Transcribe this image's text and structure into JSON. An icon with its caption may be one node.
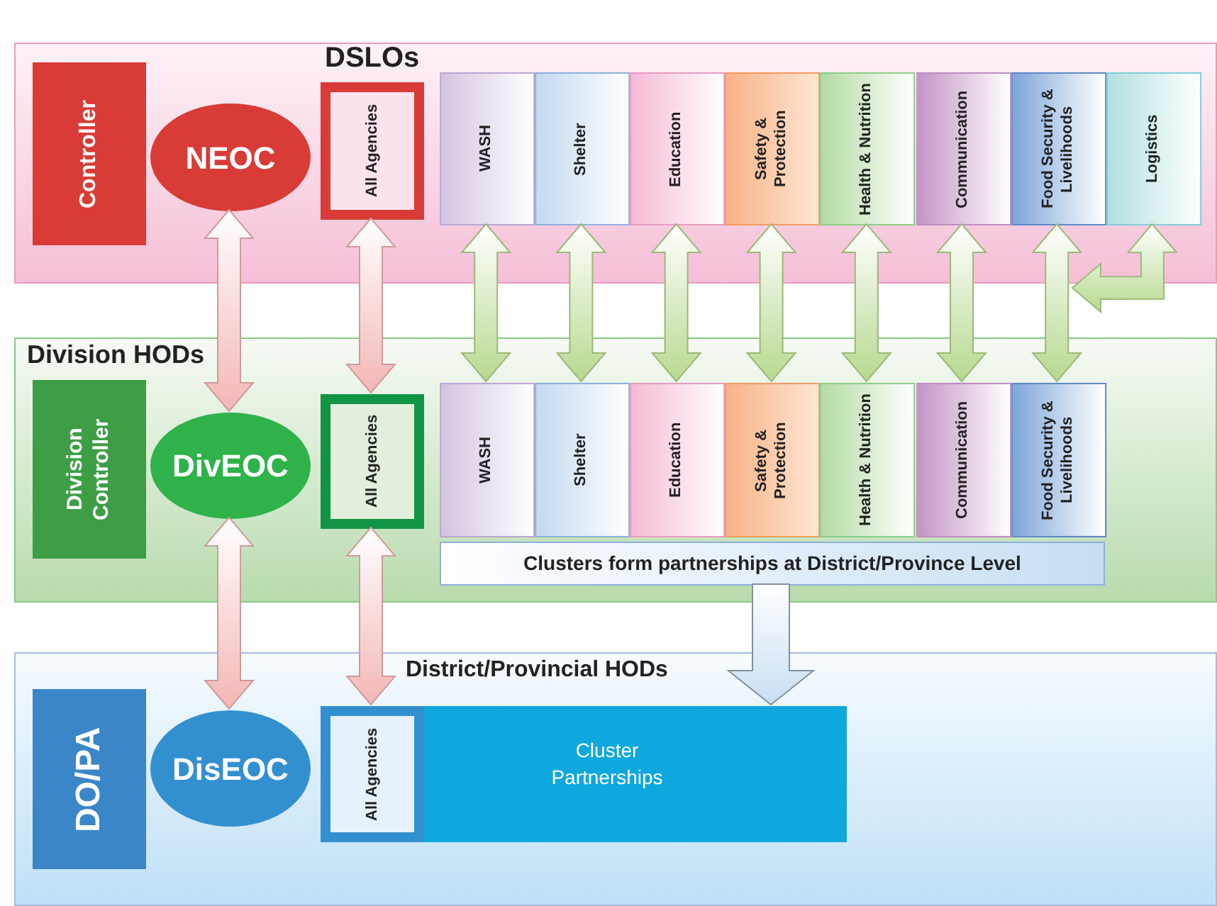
{
  "diagram": {
    "nodes": [
      {
        "text": [
          "DSLOs"
        ]
      },
      {
        "text": [
          "Controller"
        ],
        "in": 0
      },
      {
        "text": [
          "NEOC"
        ],
        "in": 0
      },
      {
        "text": [
          "All Agencies"
        ],
        "in": 0
      },
      {
        "text": [
          "WASH"
        ],
        "in": 0
      },
      {
        "text": [
          "Shelter"
        ],
        "in": 0
      },
      {
        "text": [
          "Education"
        ],
        "in": 0
      },
      {
        "text": [
          "Safety & Protection"
        ],
        "in": 0
      },
      {
        "text": [
          "Health & Nutrition"
        ],
        "in": 0
      },
      {
        "text": [
          "Communication"
        ],
        "in": 0
      },
      {
        "text": [
          "Food Security & Livelihoods"
        ],
        "in": 0
      },
      {
        "text": [
          "Logistics"
        ],
        "in": 0
      },
      {
        "text": [
          "Division HODs"
        ]
      },
      {
        "text": [
          "Division Controller"
        ],
        "in": 12
      },
      {
        "text": [
          "DivEOC"
        ],
        "in": 12
      },
      {
        "text": [
          "All Agencies"
        ],
        "in": 12
      },
      {
        "text": [
          "WASH"
        ],
        "in": 12
      },
      {
        "text": [
          "Shelter"
        ],
        "in": 12
      },
      {
        "text": [
          "Education"
        ],
        "in": 12
      },
      {
        "text": [
          "Safety & Protection"
        ],
        "in": 12
      },
      {
        "text": [
          "Health & Nutrition"
        ],
        "in": 12
      },
      {
        "text": [
          "Communication"
        ],
        "in": 12
      },
      {
        "text": [
          "Food Security & Livelihoods"
        ],
        "in": 12
      },
      {
        "text": [
          "Clusters form partnerships at District/Province Level"
        ],
        "in": 12
      },
      {
        "text": [
          "District/Provincial HODs"
        ]
      },
      {
        "text": [
          "DO/PA"
        ],
        "in": 24
      },
      {
        "text": [
          "DisEOC"
        ],
        "in": 24
      },
      {
        "text": [
          "All Agencies"
        ],
        "in": 24
      },
      {
        "text": [
          "Cluster Partnerships"
        ],
        "in": 24
      }
    ],
    "edges": [
      {
        "from": 2,
        "to": 14,
        "arrow": "both",
        "color": "#f4b6b6"
      },
      {
        "from": 14,
        "to": 26,
        "arrow": "both",
        "color": "#f4b6b6"
      },
      {
        "from": 3,
        "to": 15,
        "arrow": "both",
        "color": "#f4b6b6"
      },
      {
        "from": 15,
        "to": 27,
        "arrow": "both",
        "color": "#f4b6b6"
      },
      {
        "from": 4,
        "to": 16,
        "arrow": "both"
      },
      {
        "from": 5,
        "to": 17,
        "arrow": "both"
      },
      {
        "from": 6,
        "to": 18,
        "arrow": "both"
      },
      {
        "from": 7,
        "to": 19,
        "arrow": "both"
      },
      {
        "from": 8,
        "to": 20,
        "arrow": "both"
      },
      {
        "from": 9,
        "to": 21,
        "arrow": "both"
      },
      {
        "from": 10,
        "to": 22,
        "arrow": "both"
      },
      {
        "from": 11,
        "to": null,
        "arrow": "both"
      },
      {
        "from": 23,
        "to": 28,
        "arrow": "to",
        "style": "thick",
        "color": "#c9def3"
      }
    ]
  }
}
